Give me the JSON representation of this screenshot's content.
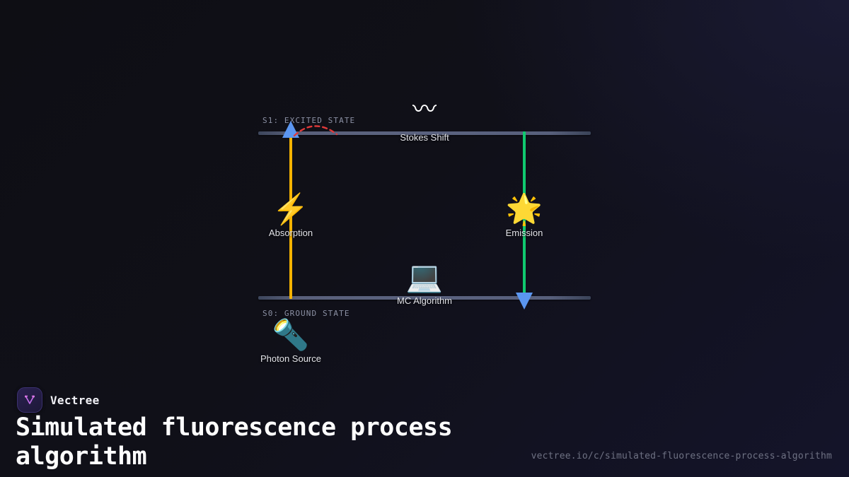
{
  "background": {
    "color_start": "#0e0e14",
    "color_end": "#14142a"
  },
  "diagram": {
    "type": "jablonski-energy-diagram",
    "states": [
      {
        "id": "s1",
        "label": "S1: EXCITED STATE",
        "line_color": "#5b6380"
      },
      {
        "id": "s0",
        "label": "S0: GROUND STATE",
        "line_color": "#5b6380"
      }
    ],
    "transitions": [
      {
        "id": "absorption",
        "direction": "up",
        "line_color": "#f5b301",
        "arrow_color": "#5b96f0"
      },
      {
        "id": "emission",
        "direction": "down",
        "line_color": "#10c96f",
        "arrow_color": "#5b96f0"
      },
      {
        "id": "stokes-shift-arc",
        "style": "dashed-arc",
        "color": "#e03a3a"
      }
    ],
    "nodes": [
      {
        "id": "stokes",
        "icon": "〰",
        "icon_name": "wavy-dash-icon",
        "label": "Stokes Shift"
      },
      {
        "id": "absorption",
        "icon": "⚡",
        "icon_name": "lightning-bolt-icon",
        "label": "Absorption"
      },
      {
        "id": "emission",
        "icon": "🌟",
        "icon_name": "glowing-star-icon",
        "label": "Emission"
      },
      {
        "id": "mc",
        "icon": "💻",
        "icon_name": "laptop-icon",
        "label": "MC Algorithm"
      },
      {
        "id": "photon",
        "icon": "🔦",
        "icon_name": "flashlight-icon",
        "label": "Photon Source"
      }
    ]
  },
  "footer": {
    "brand_name": "Vectree",
    "title": "Simulated fluorescence process algorithm",
    "url": "vectree.io/c/simulated-fluorescence-process-algorithm",
    "logo_color": "#c06ce8"
  }
}
